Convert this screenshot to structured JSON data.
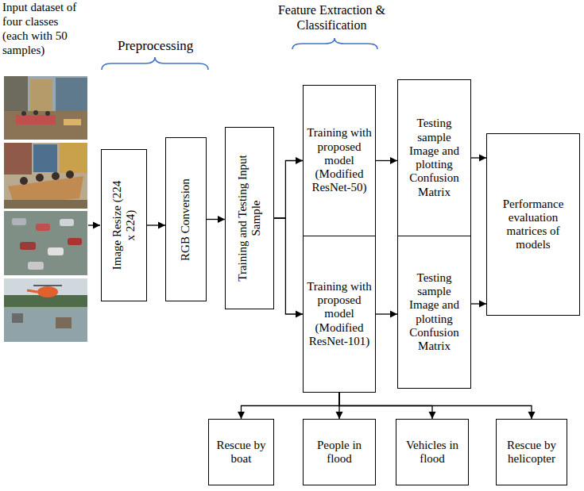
{
  "diagram": {
    "nodes": [
      {
        "text": [
          "Image Resize (224 x 224)"
        ]
      },
      {
        "text": [
          "RGB Conversion"
        ]
      },
      {
        "text": [
          "Training and Testing Input Sample"
        ]
      },
      {
        "text": [
          "Training with proposed model (Modified ResNet-50)"
        ]
      },
      {
        "text": [
          "Training with proposed model (Modified ResNet-101)"
        ]
      },
      {
        "text": [
          "Testing sample Image and plotting Confusion Matrix"
        ]
      },
      {
        "text": [
          "Testing sample Image and plotting Confusion Matrix"
        ]
      },
      {
        "text": [
          "Performance evaluation matrices of models"
        ]
      },
      {
        "text": [
          "Rescue by boat"
        ]
      },
      {
        "text": [
          "People in flood"
        ]
      },
      {
        "text": [
          "Vehicles in flood"
        ]
      },
      {
        "text": [
          "Rescue by helicopter"
        ]
      }
    ],
    "edges": [
      {
        "from": 0,
        "to": 1,
        "arrow": "to"
      },
      {
        "from": 1,
        "to": 2,
        "arrow": "to"
      },
      {
        "from": 2,
        "to": 3,
        "arrow": "to"
      },
      {
        "from": 2,
        "to": 4,
        "arrow": "to"
      },
      {
        "from": 3,
        "to": 5,
        "arrow": "to"
      },
      {
        "from": 4,
        "to": 6,
        "arrow": "to"
      },
      {
        "from": 5,
        "to": 7,
        "arrow": "to"
      },
      {
        "from": 6,
        "to": 7,
        "arrow": "to"
      },
      {
        "from": 4,
        "to": 8,
        "arrow": "to"
      },
      {
        "from": 4,
        "to": 9,
        "arrow": "to"
      },
      {
        "from": 4,
        "to": 10,
        "arrow": "to"
      },
      {
        "from": 4,
        "to": 11,
        "arrow": "to"
      }
    ],
    "labels": [
      "Input dataset of four classes (each with 50 samples)",
      "Preprocessing",
      "Feature Extraction & Classification"
    ]
  }
}
